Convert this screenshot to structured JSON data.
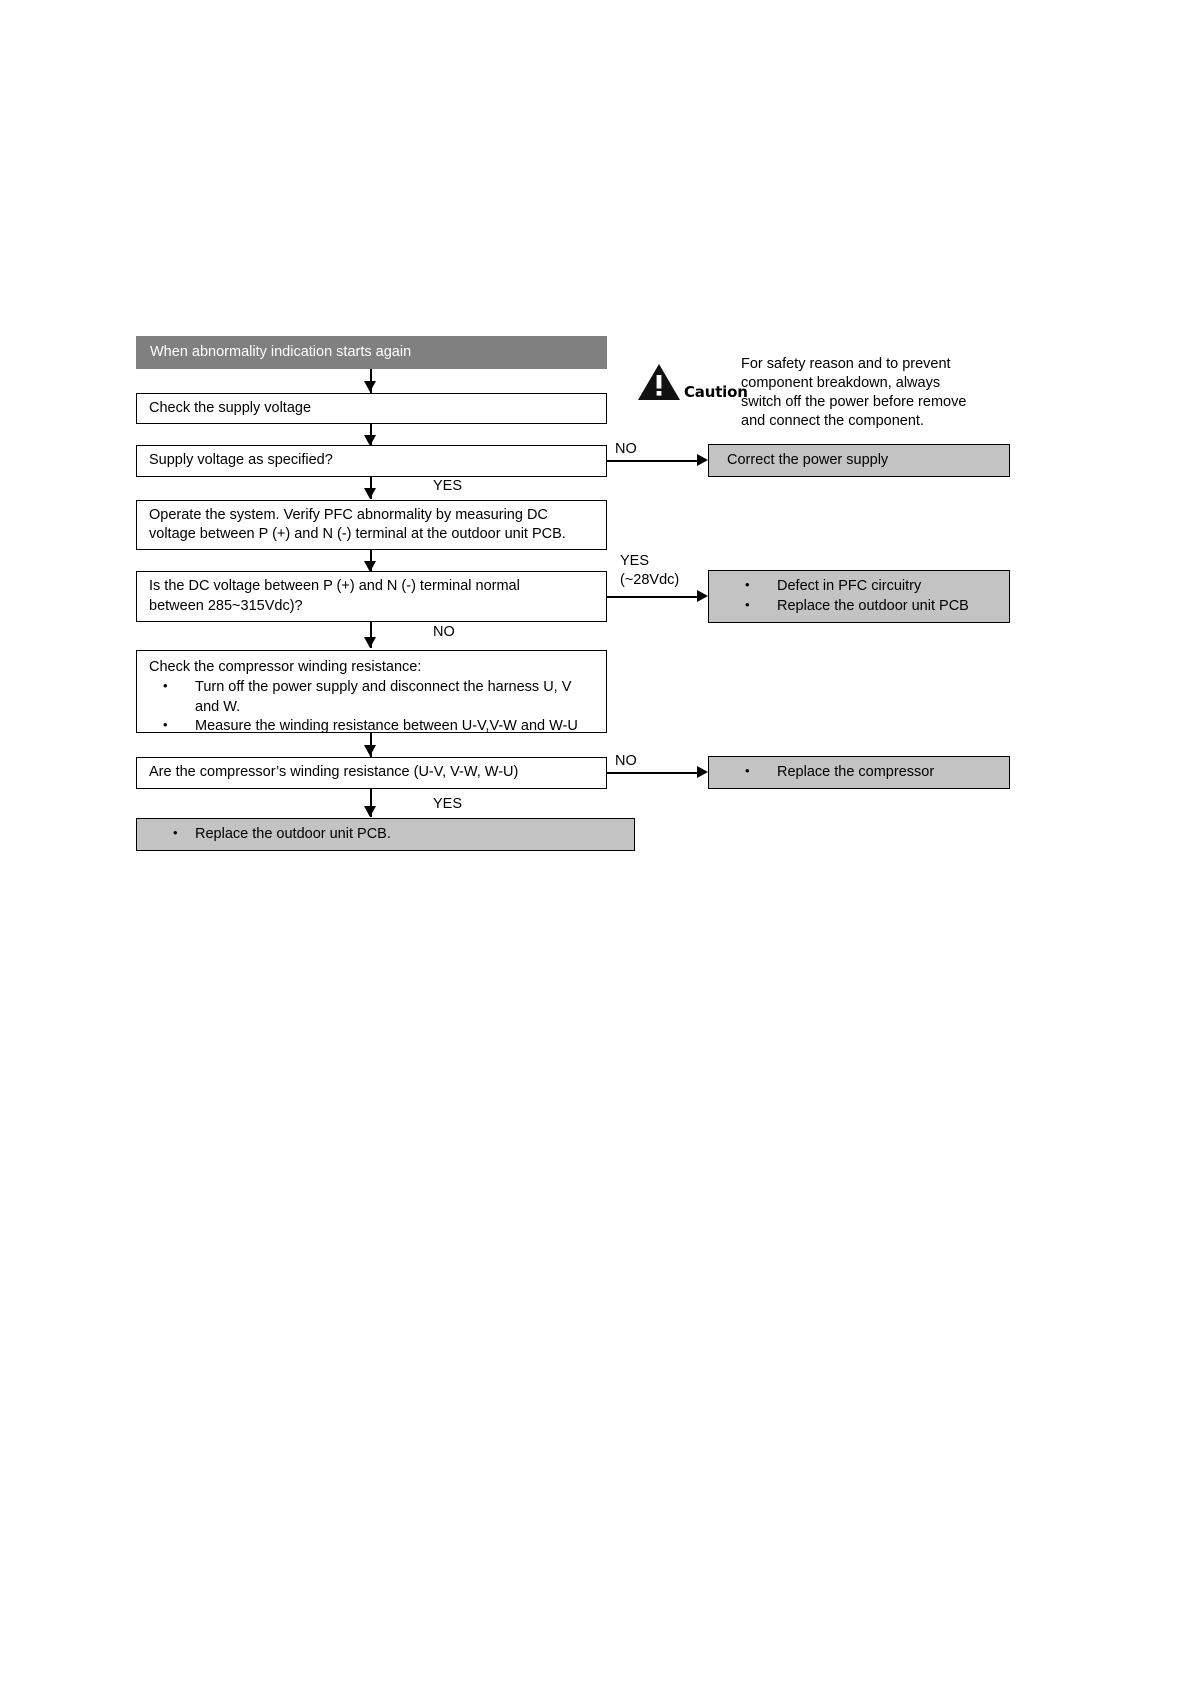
{
  "document": {
    "type": "troubleshooting-flowchart",
    "background_color": "#ffffff",
    "header_fill": "#808080",
    "result_fill": "#c3c3c3",
    "box_border_color": "#000000"
  },
  "flow": {
    "header": {
      "label": "When abnormality indication starts again"
    },
    "steps": [
      {
        "id": "check-supply",
        "label": "Check the supply voltage"
      },
      {
        "id": "supply-ok",
        "label": "Supply voltage as specified?"
      },
      {
        "id": "operate-system",
        "line1": "Operate the system. Verify PFC abnormality by measuring DC",
        "line2": "voltage between P (+) and N (-) terminal at the outdoor unit PCB."
      },
      {
        "id": "dc-voltage-q",
        "line1": "Is the DC voltage between P (+) and N (-) terminal normal",
        "line2": "between 285~315Vdc)?"
      },
      {
        "id": "check-winding",
        "lead": "Check the compressor winding resistance:",
        "bullets": [
          "Turn off the power supply and disconnect the harness U, V and W.",
          "Measure the winding resistance between U-V,V-W and W-U"
        ]
      },
      {
        "id": "winding-q",
        "label": "Are the compressor’s winding resistance (U-V, V-W, W-U)"
      },
      {
        "id": "replace-pcb-final",
        "bullets": [
          "Replace the outdoor unit PCB."
        ]
      }
    ],
    "results": [
      {
        "id": "correct-power-supply",
        "label": "Correct the power supply"
      },
      {
        "id": "pfc-defect",
        "bullets": [
          "Defect in PFC circuitry",
          "Replace the outdoor unit PCB"
        ]
      },
      {
        "id": "replace-compressor",
        "bullets": [
          "Replace the compressor"
        ]
      }
    ],
    "edge_labels": {
      "no_supply": "NO",
      "yes_supply": "YES",
      "yes_dc": "YES\n(~28Vdc)",
      "no_dc": "NO",
      "no_winding": "NO",
      "yes_winding": "YES"
    }
  },
  "caution": {
    "word": "Caution",
    "icon": "warning-triangle",
    "lines": [
      "For safety reason and to prevent",
      "component breakdown, always",
      "switch off the power before remove",
      "and connect the component."
    ]
  }
}
